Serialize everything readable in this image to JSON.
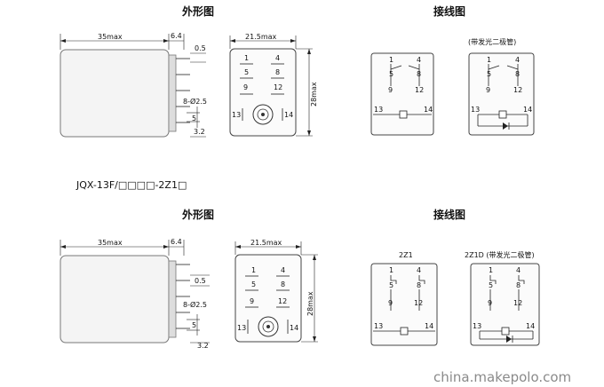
{
  "top": {
    "outline_title": "外形图",
    "wiring_title": "接线图",
    "dims": {
      "length": "35max",
      "pin_offset": "6.4",
      "pin_thickness": "0.5",
      "hole": "8-Ø2.5",
      "pin_spacing": "5",
      "pin_bottom": "3.2",
      "width": "21.5max",
      "height": "28max"
    },
    "pins": {
      "p1": "1",
      "p4": "4",
      "p5": "5",
      "p8": "8",
      "p9": "9",
      "p12": "12",
      "p13": "13",
      "p14": "14"
    },
    "wiring_variant_b_label": "(带发光二极管)"
  },
  "model_label": "JQX-13F/□□□□-2Z1□",
  "bottom": {
    "outline_title": "外形图",
    "wiring_title": "接线图",
    "dims": {
      "length": "35max",
      "pin_offset": "6.4",
      "pin_thickness": "0.5",
      "hole": "8-Ø2.5",
      "pin_spacing": "5",
      "pin_bottom": "3.2",
      "width": "21.5max",
      "height": "28max"
    },
    "pins": {
      "p1": "1",
      "p4": "4",
      "p5": "5",
      "p8": "8",
      "p9": "9",
      "p12": "12",
      "p13": "13",
      "p14": "14"
    },
    "wiring_variant_a_label": "2Z1",
    "wiring_variant_b_label": "2Z1D (带发光二极管)"
  },
  "watermark": "china.makepolo.com"
}
